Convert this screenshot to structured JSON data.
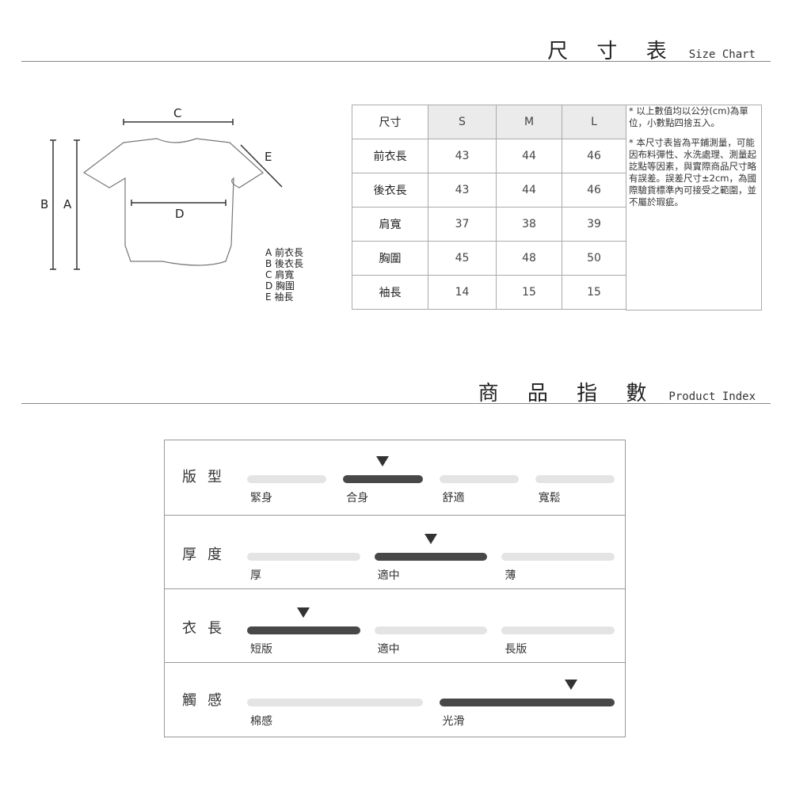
{
  "size_chart": {
    "title_zh": "尺 寸 表",
    "title_en": "Size Chart",
    "diagram": {
      "labels": {
        "A": "A",
        "B": "B",
        "C": "C",
        "D": "D",
        "E": "E"
      },
      "legend": [
        "A 前衣長",
        "B 後衣長",
        "C 肩寬",
        "D 胸圍",
        "E 袖長"
      ]
    },
    "table": {
      "headers": [
        "尺寸",
        "S",
        "M",
        "L"
      ],
      "rows": [
        [
          "前衣長",
          "43",
          "44",
          "46"
        ],
        [
          "後衣長",
          "43",
          "44",
          "46"
        ],
        [
          "肩寬",
          "37",
          "38",
          "39"
        ],
        [
          "胸圍",
          "45",
          "48",
          "50"
        ],
        [
          "袖長",
          "14",
          "15",
          "15"
        ]
      ]
    },
    "notes": [
      "* 以上數值均以公分(cm)為單位，小數點四捨五入。",
      "* 本尺寸表皆為平鋪測量，可能因布料彈性、水洗處理、測量起訖點等因素，與實際商品尺寸略有誤差。誤差尺寸±2cm，為國際驗貨標準內可接受之範圍，並不屬於瑕疵。"
    ]
  },
  "product_index": {
    "title_zh": "商 品 指 數",
    "title_en": "Product Index",
    "rows": [
      {
        "label": "版型",
        "options": [
          "緊身",
          "合身",
          "舒適",
          "寬鬆"
        ],
        "selected": 1
      },
      {
        "label": "厚度",
        "options": [
          "厚",
          "適中",
          "薄"
        ],
        "selected": 1
      },
      {
        "label": "衣長",
        "options": [
          "短版",
          "適中",
          "長版"
        ],
        "selected": 0
      },
      {
        "label": "觸感",
        "options": [
          "棉感",
          "光滑"
        ],
        "selected": 1
      }
    ]
  }
}
